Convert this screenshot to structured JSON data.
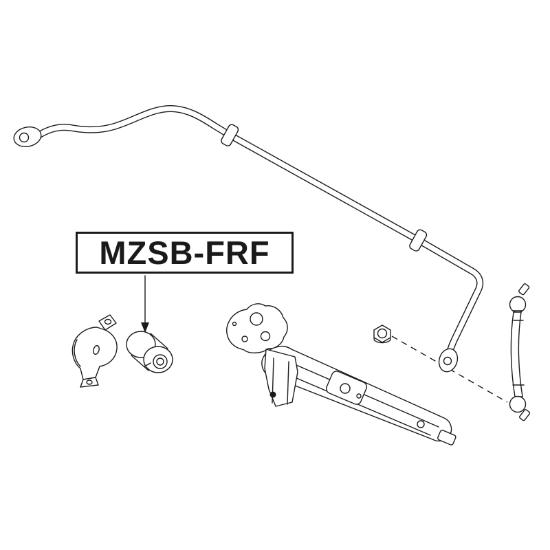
{
  "diagram": {
    "part_label": "MZSB-FRF",
    "colors": {
      "background": "#ffffff",
      "line": "#1a1a1a"
    },
    "parts": [
      {
        "name": "stabilizer-bar"
      },
      {
        "name": "stabilizer-bushing"
      },
      {
        "name": "bushing-bracket"
      },
      {
        "name": "mounting-nut"
      },
      {
        "name": "stabilizer-link"
      },
      {
        "name": "crossmember"
      }
    ]
  }
}
